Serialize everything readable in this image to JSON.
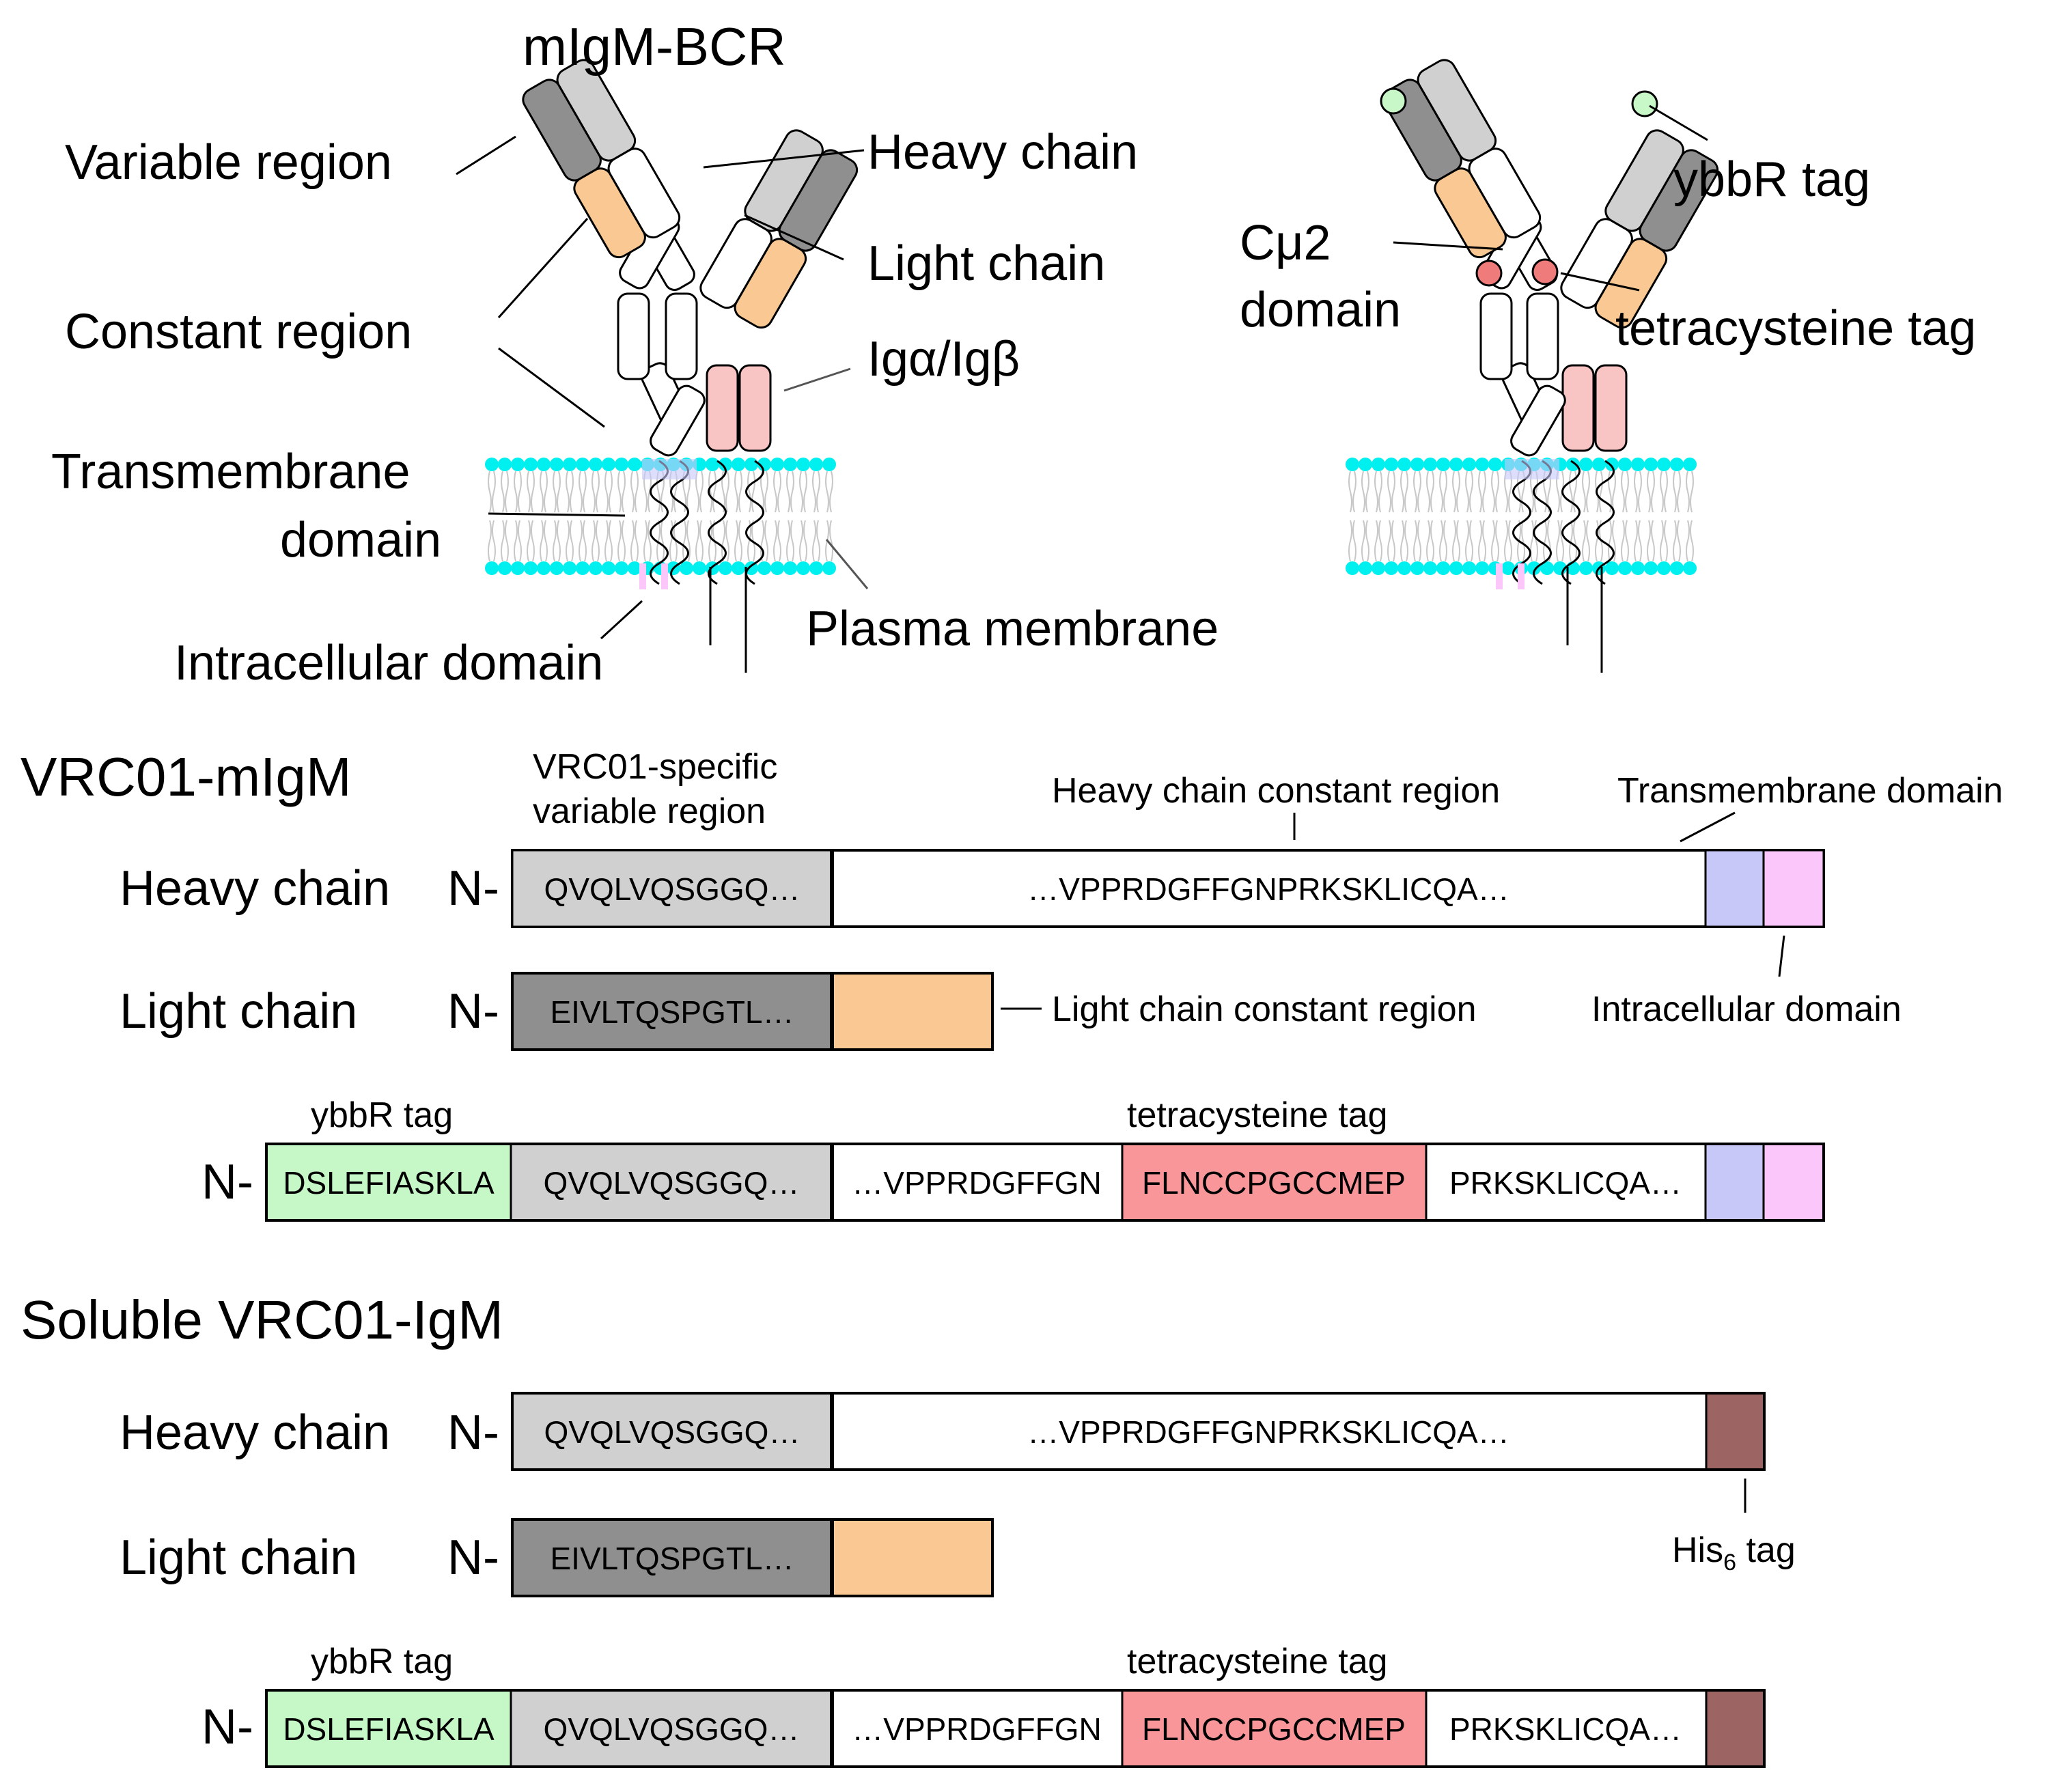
{
  "colors": {
    "variable_heavy": "#d0d0d0",
    "variable_light": "#8f8f8f",
    "constant": "#ffffff",
    "light_constant": "#f9c893",
    "transmembrane": "#c7c8f8",
    "intracellular": "#fbc6f9",
    "ybbR": "#c6f8c7",
    "tetracysteine": "#f8969a",
    "his_tag": "#9c6462",
    "ig_alpha_beta": "#f8c4c4",
    "head_group": "#00f0f0",
    "tag_dot_red": "#f07b7b",
    "tag_dot_green": "#c8f8c8"
  },
  "diagram_left": {
    "title": "mIgM-BCR",
    "variable_region": "Variable region",
    "heavy_chain": "Heavy chain",
    "light_chain": "Light chain",
    "constant_region": "Constant region",
    "ig_ab": "Igα/Igβ",
    "transmembrane_1": "Transmembrane",
    "transmembrane_2": "domain",
    "plasma_membrane": "Plasma membrane",
    "intracellular": "Intracellular domain"
  },
  "diagram_right": {
    "ybbr": "ybbR tag",
    "cmu2_1": "Cμ2",
    "cmu2_2": "domain",
    "tetracys": "tetracysteine tag"
  },
  "vrc01_migm": {
    "title": "VRC01-mIgM",
    "var_label_1": "VRC01-specific",
    "var_label_2": "variable region",
    "hc_const_label": "Heavy chain constant region",
    "tm_label": "Transmembrane domain",
    "heavy_label": "Heavy chain",
    "light_label": "Light chain",
    "nterm": "N-",
    "heavy_var_seq": "QVQLVQSGGQ…",
    "heavy_const_seq": "…VPPRDGFFGNPRKSKLICQA…",
    "light_var_seq": "EIVLTQSPGTL…",
    "light_const_label": "Light chain constant region",
    "intracellular_label": "Intracellular domain",
    "tagged_ybbr_label": "ybbR tag",
    "tagged_tc_label": "tetracysteine tag",
    "tagged_seq_ybbr": "DSLEFIASKLA",
    "tagged_seq_var": "QVQLVQSGGQ…",
    "tagged_seq_c1": "…VPPRDGFFGN",
    "tagged_seq_tc": "FLNCCPGCCMEP",
    "tagged_seq_c2": "PRKSKLICQA…"
  },
  "soluble": {
    "title": "Soluble VRC01-IgM",
    "heavy_label": "Heavy chain",
    "light_label": "Light chain",
    "nterm": "N-",
    "heavy_var_seq": "QVQLVQSGGQ…",
    "heavy_const_seq": "…VPPRDGFFGNPRKSKLICQA…",
    "light_var_seq": "EIVLTQSPGTL…",
    "his_label": "His",
    "his_sub": "6",
    "his_tag_word": " tag",
    "tagged_ybbr_label": "ybbR tag",
    "tagged_tc_label": "tetracysteine tag",
    "tagged_seq_ybbr": "DSLEFIASKLA",
    "tagged_seq_var": "QVQLVQSGGQ…",
    "tagged_seq_c1": "…VPPRDGFFGN",
    "tagged_seq_tc": "FLNCCPGCCMEP",
    "tagged_seq_c2": "PRKSKLICQA…"
  }
}
